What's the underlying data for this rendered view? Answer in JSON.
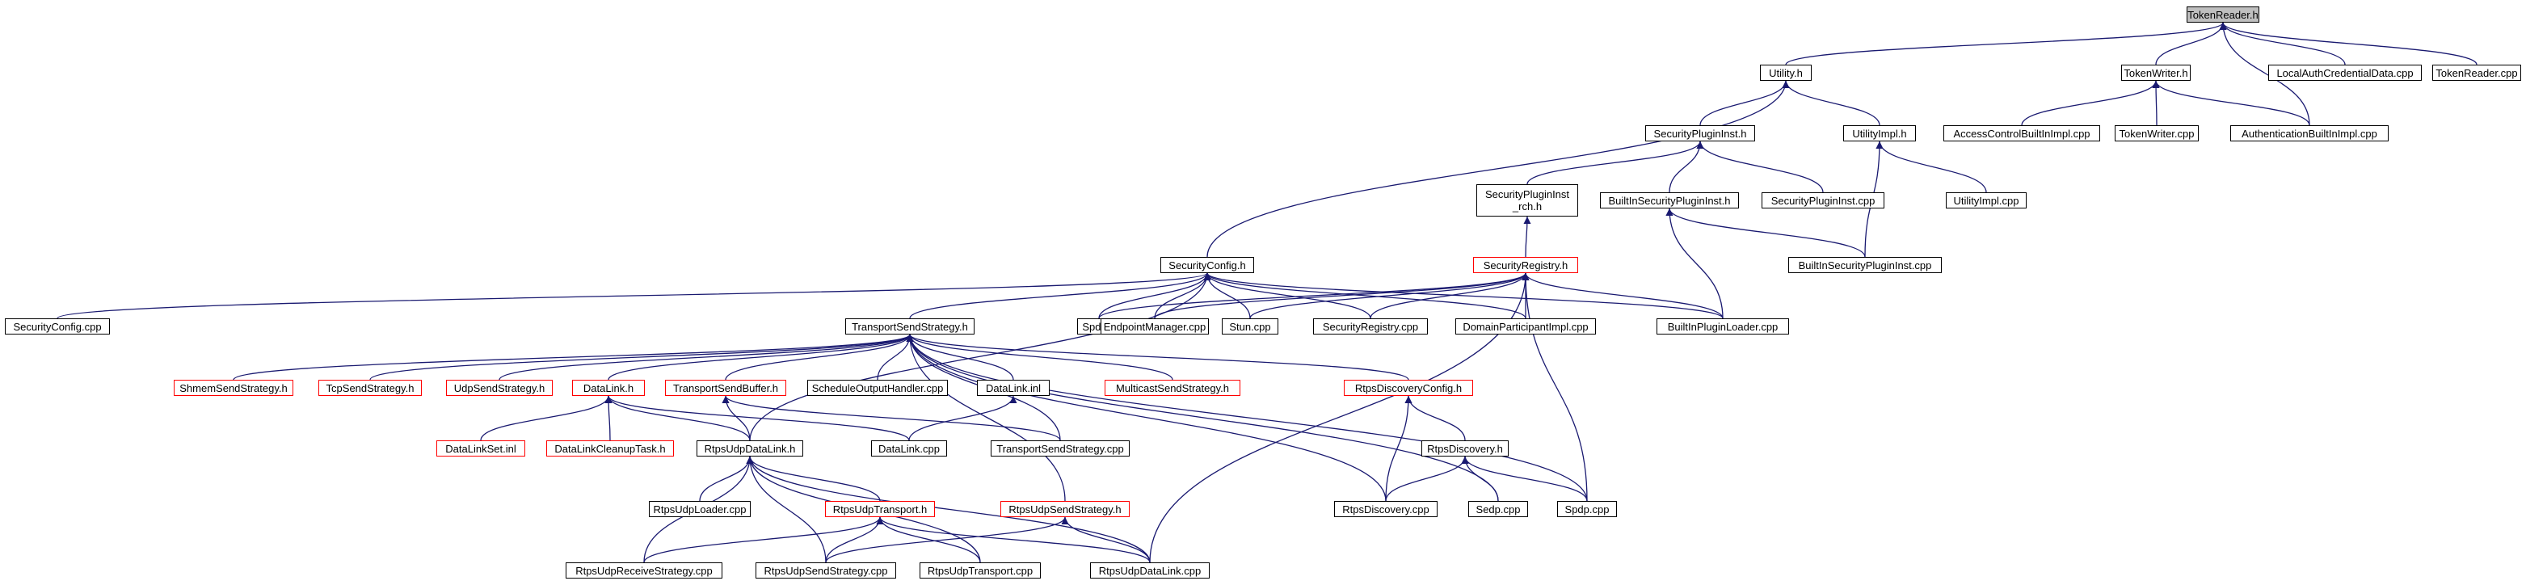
{
  "colors": {
    "edge": "#191970",
    "border": "#000000",
    "incomplete_border": "#ff0000",
    "root_fill": "#bfbfbf"
  },
  "nodes": {
    "TokenReader_h": {
      "label": "TokenReader.h"
    },
    "Utility_h": {
      "label": "Utility.h"
    },
    "TokenWriter_h": {
      "label": "TokenWriter.h"
    },
    "LocalAuthCredentialData_cpp": {
      "label": "LocalAuthCredentialData.cpp"
    },
    "TokenReader_cpp": {
      "label": "TokenReader.cpp"
    },
    "SecurityPluginInst_h": {
      "label": "SecurityPluginInst.h"
    },
    "UtilityImpl_h": {
      "label": "UtilityImpl.h"
    },
    "AccessControlBuiltInImpl_cpp": {
      "label": "AccessControlBuiltInImpl.cpp"
    },
    "TokenWriter_cpp": {
      "label": "TokenWriter.cpp"
    },
    "AuthenticationBuiltInImpl_cpp": {
      "label": "AuthenticationBuiltInImpl.cpp"
    },
    "SecurityPluginInst_rch_h": {
      "label": "SecurityPluginInst\n_rch.h"
    },
    "BuiltInSecurityPluginInst_h": {
      "label": "BuiltInSecurityPluginInst.h"
    },
    "SecurityPluginInst_cpp": {
      "label": "SecurityPluginInst.cpp"
    },
    "UtilityImpl_cpp": {
      "label": "UtilityImpl.cpp"
    },
    "SecurityConfig_h": {
      "label": "SecurityConfig.h"
    },
    "SecurityRegistry_h": {
      "label": "SecurityRegistry.h"
    },
    "BuiltInSecurityPluginInst_cpp": {
      "label": "BuiltInSecurityPluginInst.cpp"
    },
    "SecurityConfig_cpp": {
      "label": "SecurityConfig.cpp"
    },
    "TransportSendStrategy_h": {
      "label": "TransportSendStrategy.h"
    },
    "Spdp_h": {
      "label": "Spdp.h"
    },
    "EndpointManager_cpp": {
      "label": "EndpointManager.cpp"
    },
    "Stun_cpp": {
      "label": "Stun.cpp"
    },
    "SecurityRegistry_cpp": {
      "label": "SecurityRegistry.cpp"
    },
    "DomainParticipantImpl_cpp": {
      "label": "DomainParticipantImpl.cpp"
    },
    "BuiltInPluginLoader_cpp": {
      "label": "BuiltInPluginLoader.cpp"
    },
    "ShmemSendStrategy_h": {
      "label": "ShmemSendStrategy.h"
    },
    "TcpSendStrategy_h": {
      "label": "TcpSendStrategy.h"
    },
    "UdpSendStrategy_h": {
      "label": "UdpSendStrategy.h"
    },
    "DataLink_h": {
      "label": "DataLink.h"
    },
    "TransportSendBuffer_h": {
      "label": "TransportSendBuffer.h"
    },
    "ScheduleOutputHandler_cpp": {
      "label": "ScheduleOutputHandler.cpp"
    },
    "DataLink_inl": {
      "label": "DataLink.inl"
    },
    "MulticastSendStrategy_h": {
      "label": "MulticastSendStrategy.h"
    },
    "RtpsDiscoveryConfig_h": {
      "label": "RtpsDiscoveryConfig.h"
    },
    "DataLinkSet_inl": {
      "label": "DataLinkSet.inl"
    },
    "DataLinkCleanupTask_h": {
      "label": "DataLinkCleanupTask.h"
    },
    "RtpsUdpDataLink_h": {
      "label": "RtpsUdpDataLink.h"
    },
    "DataLink_cpp": {
      "label": "DataLink.cpp"
    },
    "TransportSendStrategy_cpp": {
      "label": "TransportSendStrategy.cpp"
    },
    "RtpsDiscovery_h": {
      "label": "RtpsDiscovery.h"
    },
    "RtpsUdpLoader_cpp": {
      "label": "RtpsUdpLoader.cpp"
    },
    "RtpsUdpTransport_h": {
      "label": "RtpsUdpTransport.h"
    },
    "RtpsUdpSendStrategy_h": {
      "label": "RtpsUdpSendStrategy.h"
    },
    "RtpsDiscovery_cpp": {
      "label": "RtpsDiscovery.cpp"
    },
    "Sedp_cpp": {
      "label": "Sedp.cpp"
    },
    "Spdp_cpp": {
      "label": "Spdp.cpp"
    },
    "RtpsUdpReceiveStrategy_cpp": {
      "label": "RtpsUdpReceiveStrategy.cpp"
    },
    "RtpsUdpSendStrategy_cpp": {
      "label": "RtpsUdpSendStrategy.cpp"
    },
    "RtpsUdpTransport_cpp": {
      "label": "RtpsUdpTransport.cpp"
    },
    "RtpsUdpDataLink_cpp": {
      "label": "RtpsUdpDataLink.cpp"
    }
  },
  "edges": [
    [
      "Utility_h",
      "TokenReader_h"
    ],
    [
      "TokenWriter_h",
      "TokenReader_h"
    ],
    [
      "LocalAuthCredentialData_cpp",
      "TokenReader_h"
    ],
    [
      "TokenReader_cpp",
      "TokenReader_h"
    ],
    [
      "AuthenticationBuiltInImpl_cpp",
      "TokenReader_h"
    ],
    [
      "SecurityPluginInst_h",
      "Utility_h"
    ],
    [
      "UtilityImpl_h",
      "Utility_h"
    ],
    [
      "SecurityConfig_h",
      "Utility_h"
    ],
    [
      "AccessControlBuiltInImpl_cpp",
      "TokenWriter_h"
    ],
    [
      "TokenWriter_cpp",
      "TokenWriter_h"
    ],
    [
      "AuthenticationBuiltInImpl_cpp",
      "TokenWriter_h"
    ],
    [
      "SecurityPluginInst_rch_h",
      "SecurityPluginInst_h"
    ],
    [
      "BuiltInSecurityPluginInst_h",
      "SecurityPluginInst_h"
    ],
    [
      "SecurityPluginInst_cpp",
      "SecurityPluginInst_h"
    ],
    [
      "UtilityImpl_cpp",
      "UtilityImpl_h"
    ],
    [
      "BuiltInSecurityPluginInst_cpp",
      "UtilityImpl_h"
    ],
    [
      "SecurityRegistry_h",
      "SecurityPluginInst_rch_h"
    ],
    [
      "BuiltInSecurityPluginInst_cpp",
      "BuiltInSecurityPluginInst_h"
    ],
    [
      "BuiltInPluginLoader_cpp",
      "BuiltInSecurityPluginInst_h"
    ],
    [
      "SecurityConfig_cpp",
      "SecurityConfig_h"
    ],
    [
      "TransportSendStrategy_h",
      "SecurityConfig_h"
    ],
    [
      "Spdp_h",
      "SecurityConfig_h"
    ],
    [
      "EndpointManager_cpp",
      "SecurityConfig_h"
    ],
    [
      "Stun_cpp",
      "SecurityConfig_h"
    ],
    [
      "SecurityRegistry_cpp",
      "SecurityConfig_h"
    ],
    [
      "DomainParticipantImpl_cpp",
      "SecurityConfig_h"
    ],
    [
      "BuiltInPluginLoader_cpp",
      "SecurityConfig_h"
    ],
    [
      "RtpsUdpDataLink_h",
      "SecurityConfig_h"
    ],
    [
      "Spdp_h",
      "SecurityRegistry_h"
    ],
    [
      "EndpointManager_cpp",
      "SecurityRegistry_h"
    ],
    [
      "Stun_cpp",
      "SecurityRegistry_h"
    ],
    [
      "SecurityRegistry_cpp",
      "SecurityRegistry_h"
    ],
    [
      "DomainParticipantImpl_cpp",
      "SecurityRegistry_h"
    ],
    [
      "BuiltInPluginLoader_cpp",
      "SecurityRegistry_h"
    ],
    [
      "Spdp_cpp",
      "SecurityRegistry_h"
    ],
    [
      "RtpsUdpDataLink_cpp",
      "SecurityRegistry_h"
    ],
    [
      "ShmemSendStrategy_h",
      "TransportSendStrategy_h"
    ],
    [
      "TcpSendStrategy_h",
      "TransportSendStrategy_h"
    ],
    [
      "UdpSendStrategy_h",
      "TransportSendStrategy_h"
    ],
    [
      "DataLink_h",
      "TransportSendStrategy_h"
    ],
    [
      "TransportSendBuffer_h",
      "TransportSendStrategy_h"
    ],
    [
      "ScheduleOutputHandler_cpp",
      "TransportSendStrategy_h"
    ],
    [
      "DataLink_inl",
      "TransportSendStrategy_h"
    ],
    [
      "MulticastSendStrategy_h",
      "TransportSendStrategy_h"
    ],
    [
      "RtpsDiscoveryConfig_h",
      "TransportSendStrategy_h"
    ],
    [
      "TransportSendStrategy_cpp",
      "TransportSendStrategy_h"
    ],
    [
      "RtpsDiscovery_cpp",
      "TransportSendStrategy_h"
    ],
    [
      "Sedp_cpp",
      "TransportSendStrategy_h"
    ],
    [
      "Spdp_cpp",
      "TransportSendStrategy_h"
    ],
    [
      "RtpsUdpSendStrategy_h",
      "TransportSendStrategy_h"
    ],
    [
      "DataLinkSet_inl",
      "DataLink_h"
    ],
    [
      "DataLinkCleanupTask_h",
      "DataLink_h"
    ],
    [
      "RtpsUdpDataLink_h",
      "DataLink_h"
    ],
    [
      "DataLink_cpp",
      "DataLink_h"
    ],
    [
      "RtpsUdpDataLink_h",
      "TransportSendBuffer_h"
    ],
    [
      "TransportSendStrategy_cpp",
      "TransportSendBuffer_h"
    ],
    [
      "DataLink_cpp",
      "DataLink_inl"
    ],
    [
      "RtpsDiscovery_h",
      "RtpsDiscoveryConfig_h"
    ],
    [
      "RtpsDiscovery_cpp",
      "RtpsDiscoveryConfig_h"
    ],
    [
      "RtpsUdpLoader_cpp",
      "RtpsUdpDataLink_h"
    ],
    [
      "RtpsUdpTransport_h",
      "RtpsUdpDataLink_h"
    ],
    [
      "RtpsUdpReceiveStrategy_cpp",
      "RtpsUdpDataLink_h"
    ],
    [
      "RtpsUdpSendStrategy_cpp",
      "RtpsUdpDataLink_h"
    ],
    [
      "RtpsUdpTransport_cpp",
      "RtpsUdpDataLink_h"
    ],
    [
      "RtpsUdpDataLink_cpp",
      "RtpsUdpDataLink_h"
    ],
    [
      "RtpsDiscovery_cpp",
      "RtpsDiscovery_h"
    ],
    [
      "Sedp_cpp",
      "RtpsDiscovery_h"
    ],
    [
      "Spdp_cpp",
      "RtpsDiscovery_h"
    ],
    [
      "RtpsUdpReceiveStrategy_cpp",
      "RtpsUdpTransport_h"
    ],
    [
      "RtpsUdpSendStrategy_cpp",
      "RtpsUdpTransport_h"
    ],
    [
      "RtpsUdpTransport_cpp",
      "RtpsUdpTransport_h"
    ],
    [
      "RtpsUdpDataLink_cpp",
      "RtpsUdpTransport_h"
    ],
    [
      "RtpsUdpSendStrategy_cpp",
      "RtpsUdpSendStrategy_h"
    ],
    [
      "RtpsUdpDataLink_cpp",
      "RtpsUdpSendStrategy_h"
    ]
  ]
}
